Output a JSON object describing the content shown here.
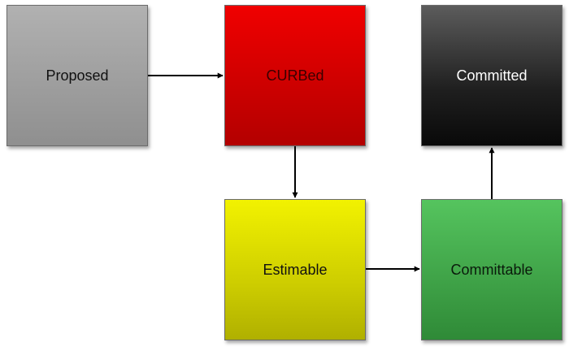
{
  "nodes": {
    "proposed": {
      "label": "Proposed",
      "color": "#9f9f9f"
    },
    "curbed": {
      "label": "CURBed",
      "color": "#d40000"
    },
    "committed": {
      "label": "Committed",
      "color": "#2a2a2a"
    },
    "estimable": {
      "label": "Estimable",
      "color": "#dede00"
    },
    "committable": {
      "label": "Committable",
      "color": "#3fa548"
    }
  },
  "edges": [
    {
      "from": "Proposed",
      "to": "CURBed"
    },
    {
      "from": "CURBed",
      "to": "Estimable"
    },
    {
      "from": "Estimable",
      "to": "Committable"
    },
    {
      "from": "Committable",
      "to": "Committed"
    }
  ]
}
